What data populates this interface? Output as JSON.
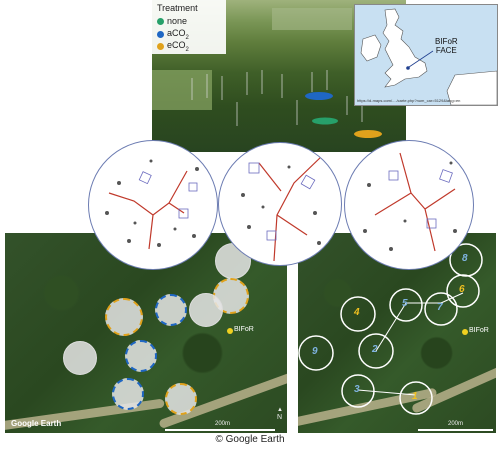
{
  "legend": {
    "title": "Treatment",
    "items": [
      {
        "label": "none",
        "color": "#27a06a"
      },
      {
        "label": "aCO",
        "sub": "2",
        "color": "#1f67c4"
      },
      {
        "label": "eCO",
        "sub": "2",
        "color": "#e0a21c"
      }
    ]
  },
  "inset_map": {
    "label_line1": "BIFoR",
    "label_line2": "FACE",
    "url": "https://d-maps.com/..../carte.php?num_car=5129&lang=en"
  },
  "left_photo": {
    "watermark": "Google Earth",
    "scale_label": "200m",
    "site_label": "BIFoR",
    "north_label": "N"
  },
  "right_photo": {
    "scale_label": "200m",
    "site_label": "BIFoR",
    "plot_numbers": [
      "1",
      "2",
      "3",
      "4",
      "5",
      "6",
      "7",
      "8",
      "9"
    ]
  },
  "copyright": "© Google Earth",
  "colors": {
    "none": "#27a06a",
    "aCO2": "#1f67c4",
    "eCO2": "#e0a21c",
    "circle_border": "#6c7cb2",
    "infrastructure": "#c0392b"
  }
}
